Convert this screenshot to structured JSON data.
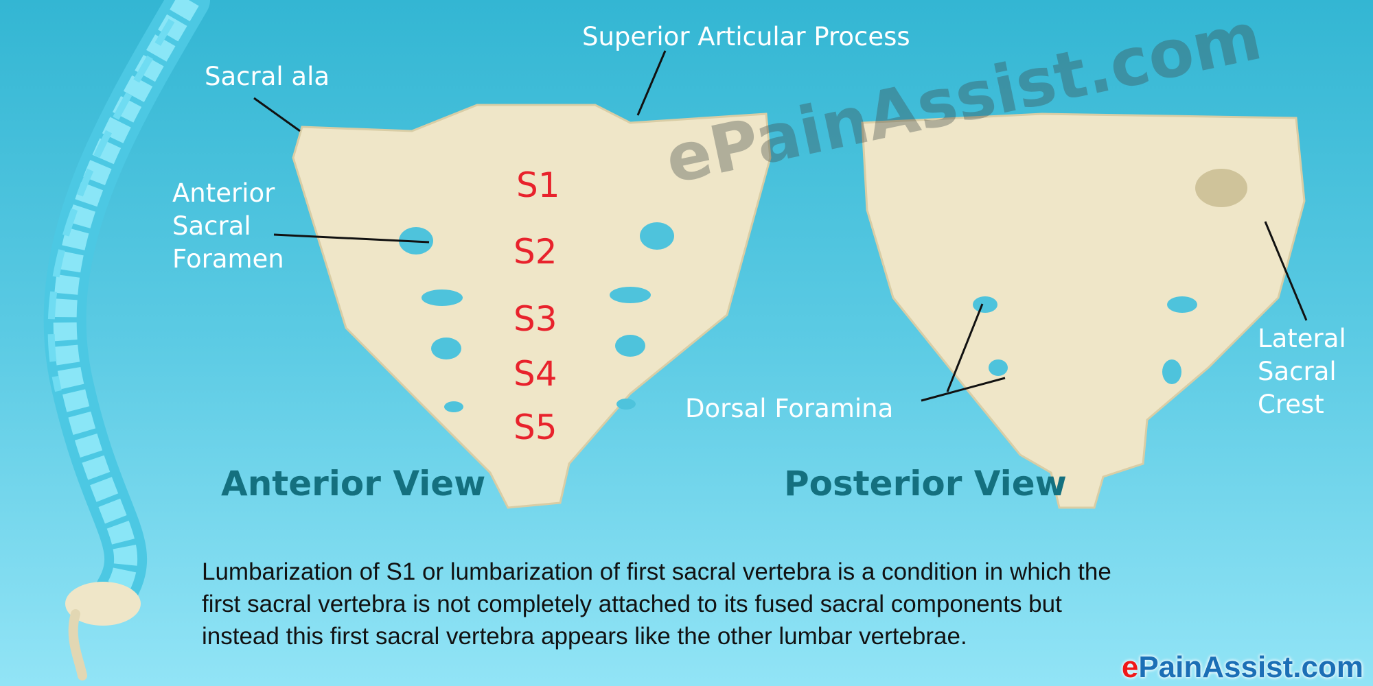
{
  "labels": {
    "sacral_ala": "Sacral ala",
    "superior_articular_process": "Superior Articular Process",
    "anterior_sacral_foramen": [
      "Anterior",
      "Sacral",
      "Foramen"
    ],
    "dorsal_foramina": "Dorsal Foramina",
    "lateral_sacral_crest": [
      "Lateral",
      "Sacral",
      "Crest"
    ]
  },
  "segments": [
    "S1",
    "S2",
    "S3",
    "S4",
    "S5"
  ],
  "views": {
    "anterior": "Anterior View",
    "posterior": "Posterior View"
  },
  "watermark": "ePainAssist.com",
  "description": [
    "Lumbarization of S1 or lumbarization of first sacral vertebra is a condition in which the",
    "first sacral vertebra is not completely attached to its fused sacral components but",
    "instead this first sacral vertebra appears like the other lumbar vertebrae."
  ],
  "logo": {
    "prefix": "e",
    "rest": "PainAssist.com"
  },
  "colors": {
    "segment": "#e8222c",
    "view_title": "#14707f",
    "bone": "#efe6c8",
    "spine": "#5fd3ea"
  }
}
